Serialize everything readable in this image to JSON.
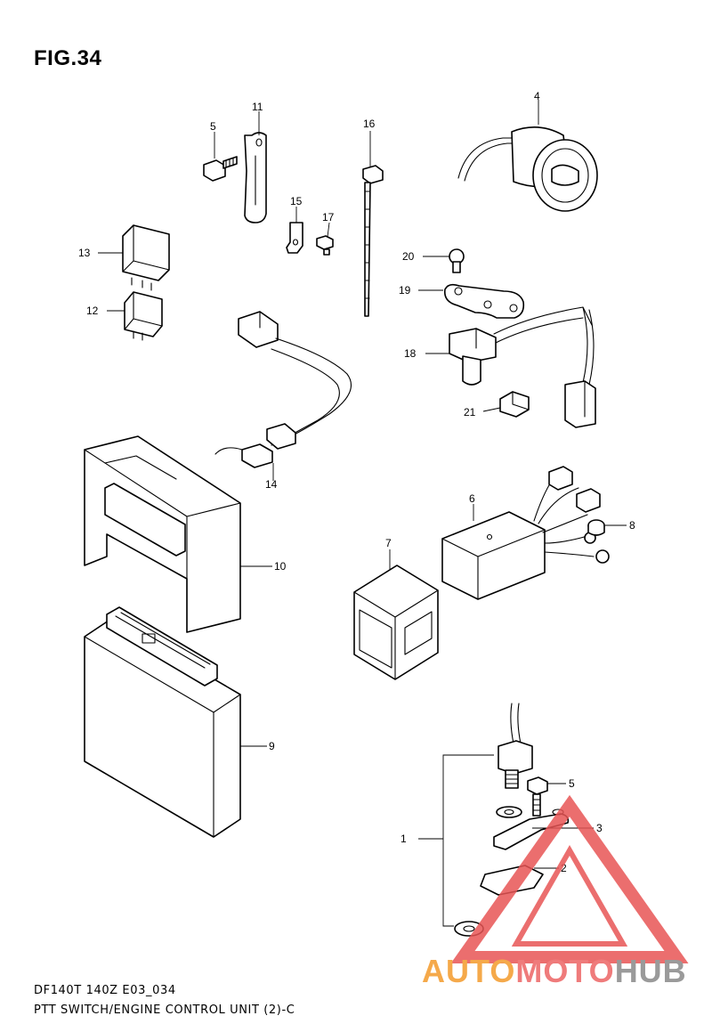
{
  "figure": {
    "title": "FIG.34",
    "model": "DF140T 140Z E03_034",
    "subtitle": "PTT SWITCH/ENGINE CONTROL UNIT (2)-C"
  },
  "callouts": {
    "c1": "1",
    "c2": "2",
    "c3": "3",
    "c4": "4",
    "c5a": "5",
    "c5b": "5",
    "c6": "6",
    "c7": "7",
    "c8": "8",
    "c9": "9",
    "c10": "10",
    "c11": "11",
    "c12": "12",
    "c13": "13",
    "c14": "14",
    "c15": "15",
    "c16": "16",
    "c17": "17",
    "c18": "18",
    "c19": "19",
    "c20": "20",
    "c21": "21"
  },
  "watermark": {
    "part_a": "AUTO",
    "part_b": "MOTO",
    "part_c": "HUB",
    "colors": {
      "auto": "#f5a94a",
      "moto": "#ef7b7b",
      "hub": "#9a9a9a",
      "triangle": "#e85555"
    }
  }
}
